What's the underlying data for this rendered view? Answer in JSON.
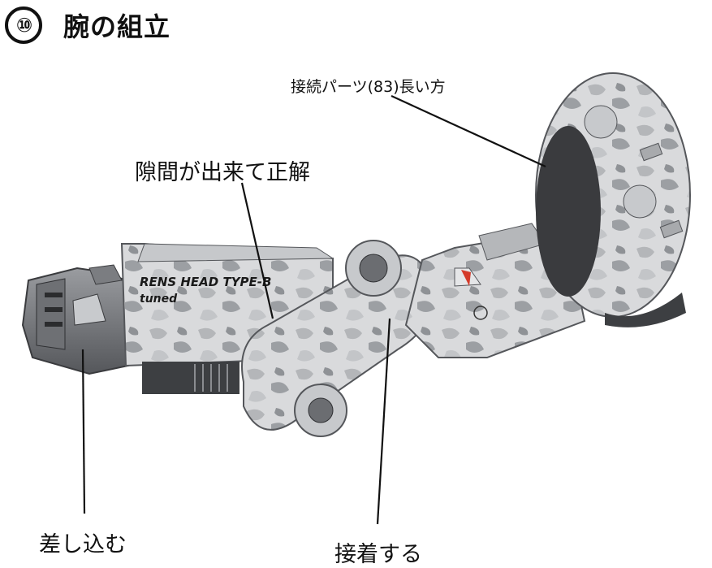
{
  "header": {
    "step_number": "⑩",
    "title": "腕の組立"
  },
  "callouts": {
    "long_part": "接続パーツ(83)長い方",
    "gap_ok": "隙間が出来て正解",
    "insert": "差し込む",
    "glue": "接着する"
  },
  "model_print": {
    "line1": "RENS HEAD TYPE-B",
    "line2": "tuned"
  },
  "colors": {
    "camo_light": "#d9dadc",
    "camo_mid": "#b4b6b9",
    "camo_dark": "#8f9296",
    "metal_dark": "#4a4c50",
    "ink": "#111111"
  }
}
